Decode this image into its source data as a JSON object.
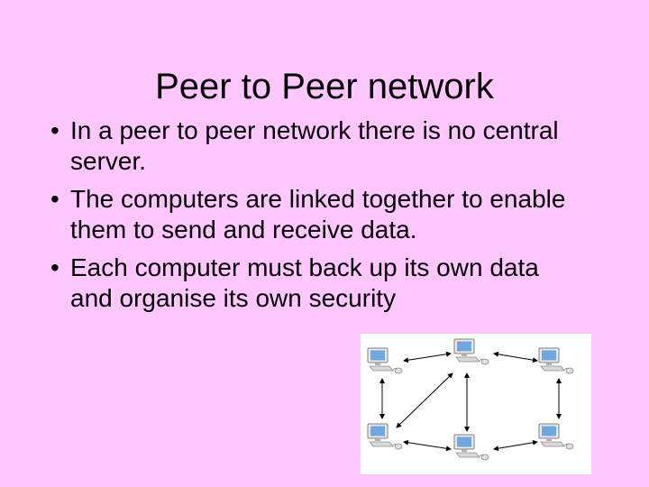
{
  "slide": {
    "title": "Peer to Peer network",
    "bullet_glyph": "•",
    "bullets": [
      "In a peer to peer network there is no central server.",
      "The computers are linked together to enable them to send and receive data.",
      "Each computer must back up its own data and organise its own security"
    ]
  },
  "diagram": {
    "icon": "computer-icon",
    "nodes": 6,
    "connection_style": "double-headed-arrows",
    "colors": {
      "background": "#ffffff",
      "monitor": "#6fa8dc",
      "case": "#d9d9d9",
      "arrow": "#000000"
    }
  },
  "colors": {
    "slide_background": "#ffc6ff",
    "text": "#000000"
  }
}
